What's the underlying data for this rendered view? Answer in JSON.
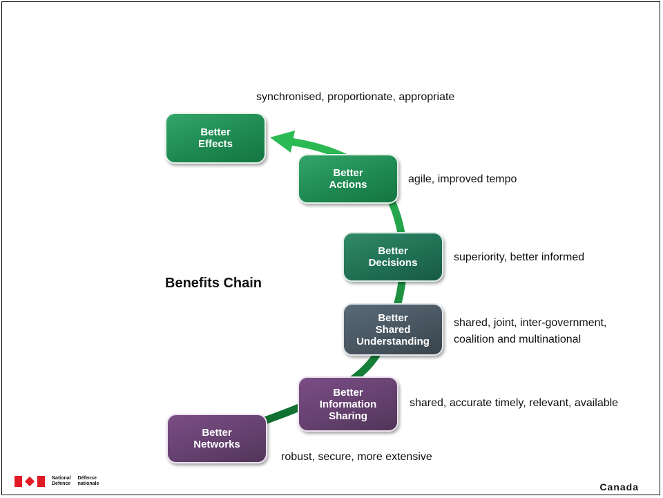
{
  "boxes": {
    "effects": {
      "line1": "Better",
      "line2": "Effects"
    },
    "actions": {
      "line1": "Better",
      "line2": "Actions"
    },
    "decisions": {
      "line1": "Better",
      "line2": "Decisions"
    },
    "understanding": {
      "line1": "Better",
      "line2": "Shared",
      "line3": "Understanding"
    },
    "information": {
      "line1": "Better",
      "line2": "Information",
      "line3": "Sharing"
    },
    "networks": {
      "line1": "Better",
      "line2": "Networks"
    }
  },
  "labels": {
    "effects": "synchronised, proportionate, appropriate",
    "actions": "agile, improved tempo",
    "decisions": "superiority, better informed",
    "understanding_line1": "shared, joint, inter-government,",
    "understanding_line2": "coalition and multinational",
    "information": "shared, accurate timely, relevant, available",
    "networks": "robust, secure, more extensive"
  },
  "title": "Benefits Chain",
  "footer": {
    "dept_en_1": "National",
    "dept_en_2": "Defence",
    "dept_fr_1": "Défense",
    "dept_fr_2": "nationale",
    "wordmark": "Canada"
  },
  "colors": {
    "arrow": "#22a94a",
    "green": "#1f8a52",
    "teal": "#1f6e52",
    "slate": "#47545f",
    "purple": "#63406d"
  }
}
